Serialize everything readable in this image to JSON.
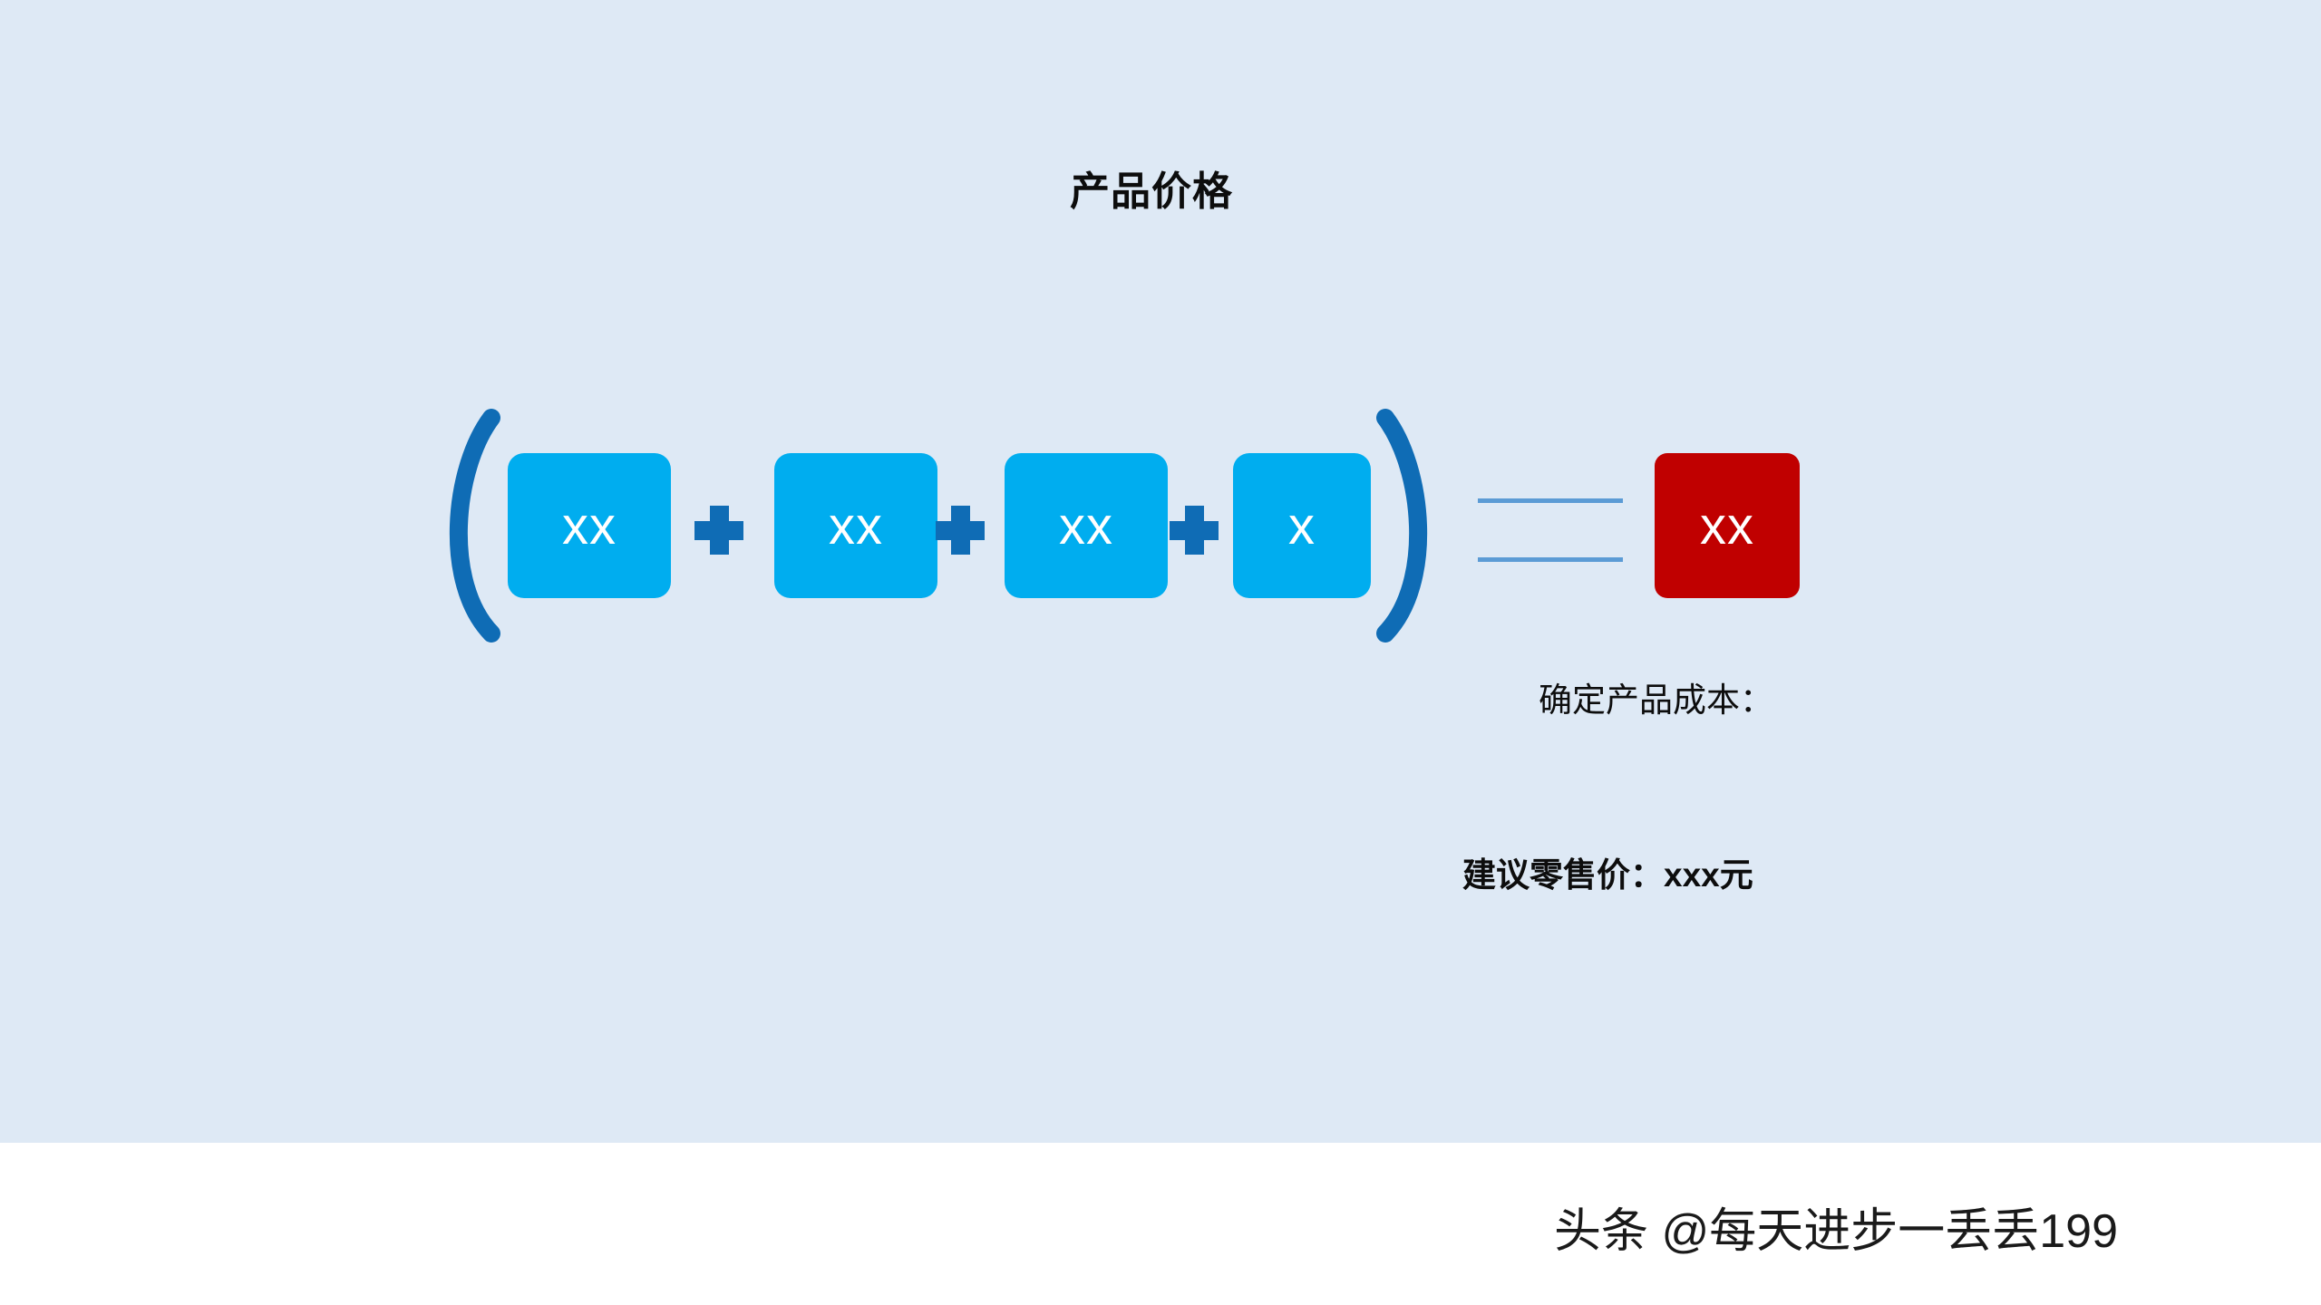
{
  "slide": {
    "background_color": "#dee9f5",
    "outside_color": "#ffffff",
    "title": "产品价格"
  },
  "formula": {
    "open_paren": "(",
    "close_paren": ")",
    "operator_plus": "+",
    "operator_equals": "=",
    "terms": [
      {
        "label": "xx"
      },
      {
        "label": "xx"
      },
      {
        "label": "xx"
      },
      {
        "label": "x"
      }
    ],
    "result": {
      "label": "xx"
    },
    "colors": {
      "term_box": "#00ADEF",
      "paren": "#0F6CB5",
      "plus": "#0F6CB5",
      "equals": "#5B9BD5",
      "result_box": "#C00000",
      "term_text": "#ffffff",
      "result_text": "#ffffff"
    }
  },
  "captions": {
    "cost_label": "确定产品成本：",
    "retail_price": "建议零售价：xxx元"
  },
  "watermark": {
    "text": "头条 @每天进步一丢丢199"
  }
}
